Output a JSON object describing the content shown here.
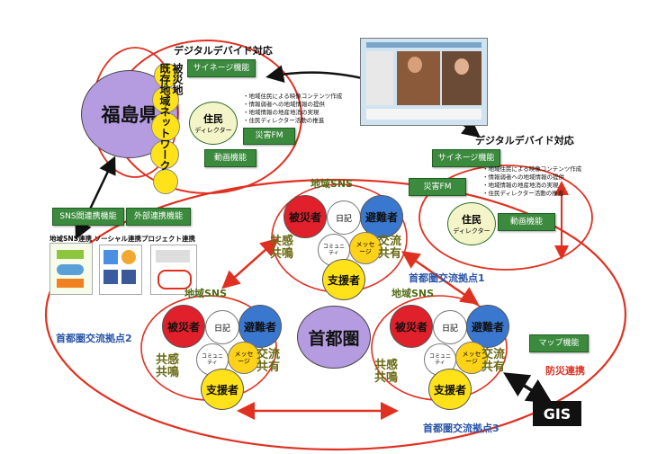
{
  "fukushima": {
    "name": "福島県",
    "network_label": "被災地既存地域ネットワーク",
    "network_col1": "被災地",
    "network_col2": "既存地域ネットワーク",
    "digital_divide_title": "デジタルデバイド対応",
    "signage": "サイネージ機能",
    "resident": "住民",
    "director": "ディレクター",
    "disaster_fm": "災害FM",
    "video": "動画機能",
    "bullets": [
      "・地域住民による映像コンテンツ作成",
      "・情報弱者への地域情報の提供",
      "・地域情報の地産地消の実現",
      "・住民ディレクター活動の推進"
    ]
  },
  "right_panel": {
    "title": "デジタルデバイド対応",
    "signage": "サイネージ機能",
    "disaster_fm": "災害FM",
    "resident": "住民",
    "director": "ディレクター",
    "video": "動画機能",
    "bullets": [
      "・地域住民による映像コンテンツ作成",
      "・情報弱者への地域情報の提供",
      "・地域情報の地産地消の実現",
      "・住民ディレクター活動の推進"
    ],
    "map": "マップ機能",
    "disaster_link": "防災連携",
    "gis": "GIS"
  },
  "left_panel": {
    "sns_link": "SNS間連携機能",
    "external_link": "外部連携機能",
    "social_caption": "地域SNS連携 ソーシャル連携プロジェクト連携"
  },
  "center": {
    "name": "首都圏",
    "hub1": "首都圏交流拠点1",
    "hub2": "首都圏交流拠点2",
    "hub3": "首都圏交流拠点3"
  },
  "sns_clusters": [
    {
      "label": "地域SNS",
      "victim": "被災者",
      "diary": "日記",
      "evacuee": "避難者",
      "community": "コミュニティ",
      "message": "メッセージ",
      "supporter": "支援者",
      "empathy": "共感",
      "resonance": "共鳴",
      "exchange": "交流",
      "share": "共有"
    },
    {
      "label": "地域SNS",
      "victim": "被災者",
      "diary": "日記",
      "evacuee": "避難者",
      "community": "コミュニティ",
      "message": "メッセージ",
      "supporter": "支援者",
      "empathy": "共感",
      "resonance": "共鳴",
      "exchange": "交流",
      "share": "共有"
    },
    {
      "label": "地域SNS",
      "victim": "被災者",
      "diary": "日記",
      "evacuee": "避難者",
      "community": "コミュニティ",
      "message": "メッセージ",
      "supporter": "支援者",
      "empathy": "共感",
      "resonance": "共鳴",
      "exchange": "交流",
      "share": "共有"
    }
  ],
  "colors": {
    "red_line": "#e03020",
    "green_box": "#3b8a3e",
    "purple": "#b59be0",
    "victim_red": "#e0202a",
    "evacuee_blue": "#3a78d0",
    "supporter_yellow": "#ffe21a",
    "message_yellow": "#ffd21a",
    "hub_blue": "#2a55a8",
    "olive_text": "#6a6a14"
  }
}
